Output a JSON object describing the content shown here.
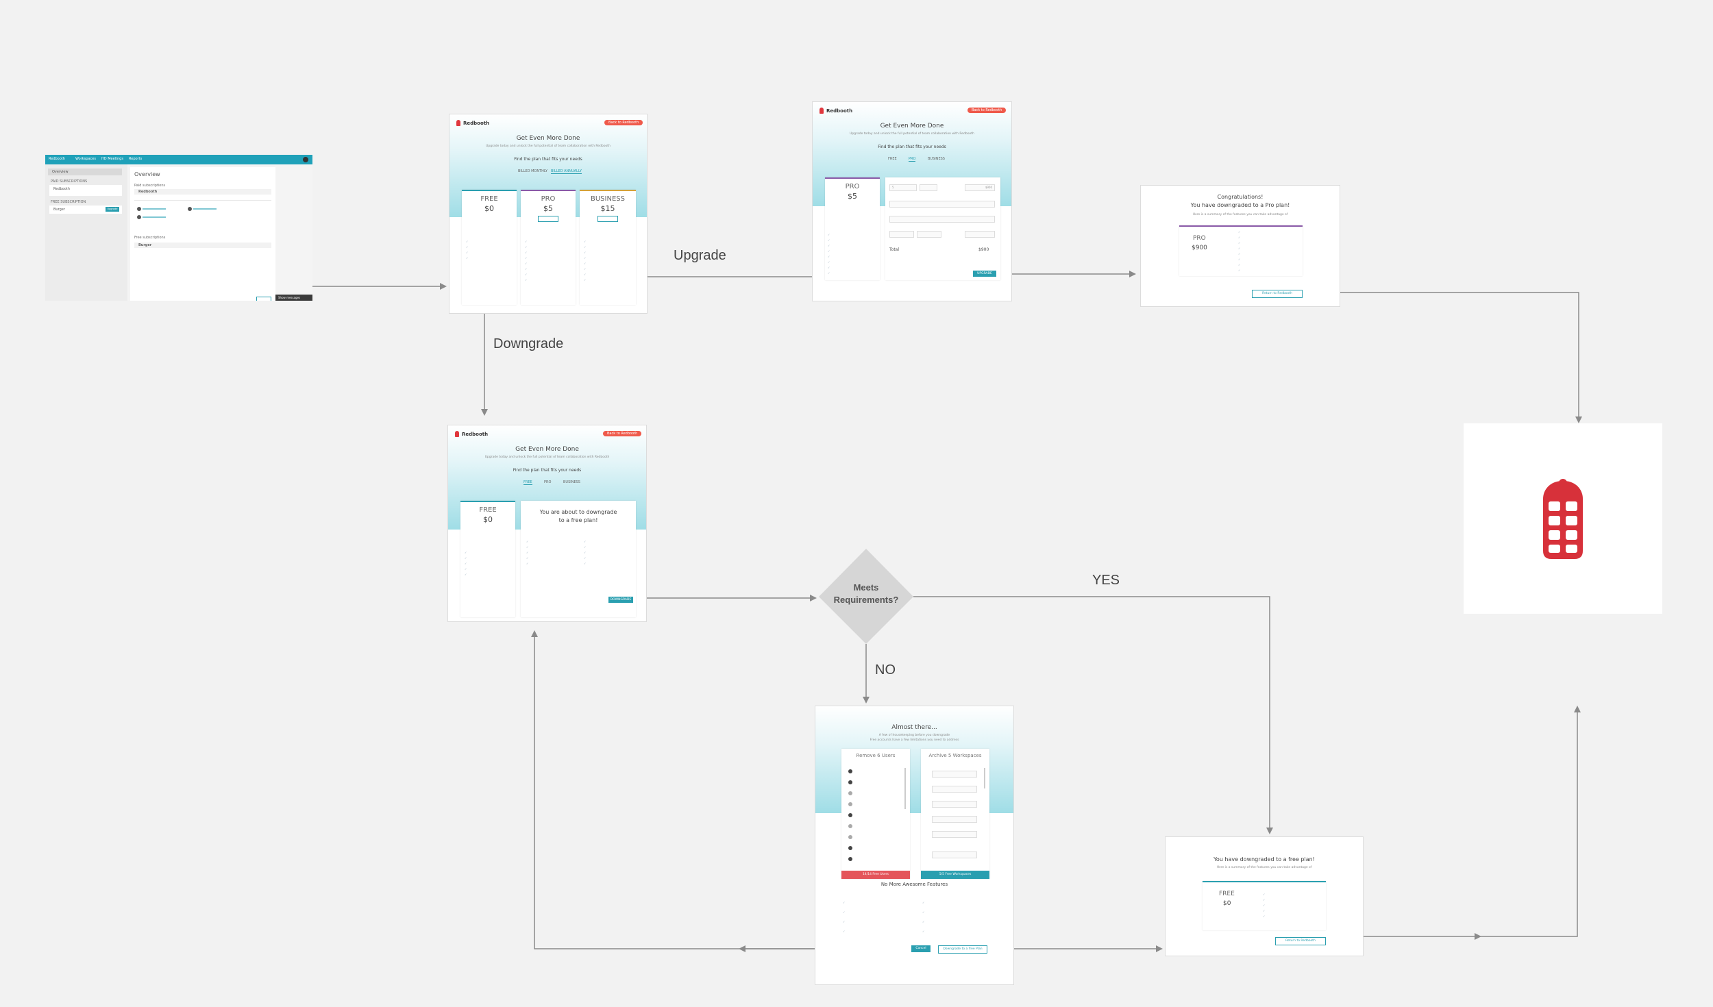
{
  "flow": {
    "upgrade_label": "Upgrade",
    "downgrade_label": "Downgrade",
    "decision_label": "Meets\nRequirements?",
    "yes_label": "YES",
    "no_label": "NO"
  },
  "overview_screen": {
    "nav": [
      "Redbooth",
      "Workspaces",
      "HD Meetings",
      "Reports"
    ],
    "sidebar": {
      "overview": "Overview",
      "subscriptions_header": "PAID SUBSCRIPTIONS",
      "sub_item": "Redbooth",
      "free_header": "FREE SUBSCRIPTION",
      "free_item": "Burger",
      "upgrade": "Upgrade"
    },
    "main": {
      "title": "Overview",
      "paid": "Paid subscriptions",
      "org": "Redbooth",
      "free": "Free subscriptions",
      "free_org": "Burger"
    },
    "footer_tab": "Show messages"
  },
  "pricing_screen": {
    "brand": "Redbooth",
    "back_button": "Back to Redbooth",
    "title": "Get Even More Done",
    "subtitle": "Upgrade today and unlock the full potential of team collaboration with Redbooth",
    "find_plan": "Find the plan that fits your needs",
    "billing": [
      "BILLED MONTHLY",
      "BILLED ANNUALLY"
    ],
    "plans": [
      {
        "name": "FREE",
        "price": "$0",
        "accent": "#2a9fb0"
      },
      {
        "name": "PRO",
        "price": "$5",
        "accent": "#8a5aa8"
      },
      {
        "name": "BUSINESS",
        "price": "$15",
        "accent": "#d4a23a"
      }
    ]
  },
  "upgrade_screen": {
    "brand": "Redbooth",
    "back_button": "Back to Redbooth",
    "title": "Get Even More Done",
    "subtitle": "Upgrade today and unlock the full potential of team collaboration with Redbooth",
    "find_plan": "Find the plan that fits your needs",
    "tabs": [
      "FREE",
      "PRO",
      "BUSINESS"
    ],
    "plan_name": "PRO",
    "plan_price": "$5",
    "total_label": "Total",
    "total_value": "$900",
    "price_value": "$900",
    "users_value": "5",
    "checkout": "UPGRADE"
  },
  "pro_confirm_screen": {
    "title_line1": "Congratulations!",
    "title_line2": "You have downgraded to a Pro plan!",
    "subtitle": "Here is a summary of the features you can take advantage of",
    "plan_name": "PRO",
    "plan_price": "$900",
    "return_button": "Return to Redbooth"
  },
  "downgrade_screen": {
    "brand": "Redbooth",
    "back_button": "Back to Redbooth",
    "title": "Get Even More Done",
    "subtitle": "Upgrade today and unlock the full potential of team collaboration with Redbooth",
    "find_plan": "Find the plan that fits your needs",
    "tabs": [
      "FREE",
      "PRO",
      "BUSINESS"
    ],
    "plan_name": "FREE",
    "plan_price": "$0",
    "warn_line1": "You are about to downgrade",
    "warn_line2": "to a free plan!",
    "confirm_button": "DOWNGRADE"
  },
  "almost_screen": {
    "title": "Almost there...",
    "subtitle_line1": "A few of housekeeping before you downgrade",
    "subtitle_line2": "Free accounts have a few limitations you need to address",
    "users_col": "Remove 6 Users",
    "ws_col": "Archive 5 Workspaces",
    "users_footer": "14/14 Free Users",
    "ws_footer": "5/5 Free Workspaces",
    "features_title": "No More Awesome Features",
    "cancel_button": "Cancel",
    "downgrade_button": "Downgrade to a free Plan"
  },
  "free_confirm_screen": {
    "title": "You have downgraded to a free plan!",
    "subtitle": "Here is a summary of the features you can take advantage of",
    "plan_name": "FREE",
    "plan_price": "$0",
    "return_button": "Return to Redbooth"
  },
  "colors": {
    "teal": "#2a9fb0",
    "brand_red": "#d7313a",
    "decision_fill": "#d6d6d6",
    "arrow": "#8a8a8a"
  },
  "icons": {
    "final_node": "redbooth-logo-icon"
  }
}
